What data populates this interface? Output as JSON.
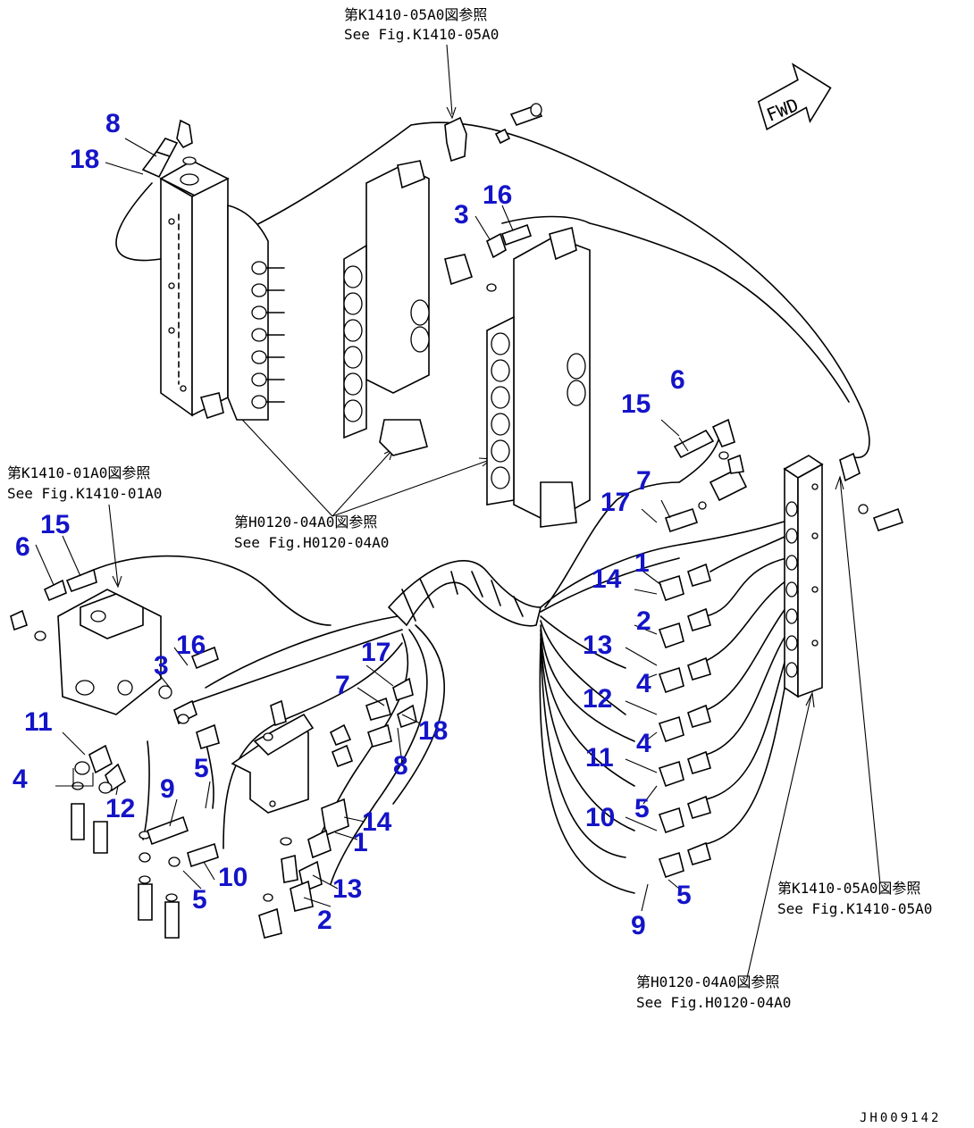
{
  "references": {
    "top": {
      "jp": "第K1410-05A0図参照",
      "en": "See Fig.K1410-05A0"
    },
    "left": {
      "jp": "第K1410-01A0図参照",
      "en": "See Fig.K1410-01A0"
    },
    "center": {
      "jp": "第H0120-04A0図参照",
      "en": "See Fig.H0120-04A0"
    },
    "bottom_right": {
      "jp": "第K1410-05A0図参照",
      "en": "See Fig.K1410-05A0"
    },
    "bottom_center": {
      "jp": "第H0120-04A0図参照",
      "en": "See Fig.H0120-04A0"
    }
  },
  "fwd_label": "FWD",
  "doc_id": "JH009142",
  "callouts": {
    "c8a": "8",
    "c18a": "18",
    "c3a": "3",
    "c16a": "16",
    "c6a": "6",
    "c15a": "15",
    "c7a": "7",
    "c17a": "17",
    "c1a": "1",
    "c14a": "14",
    "c2a": "2",
    "c13a": "13",
    "c4a": "4",
    "c12a": "12",
    "c4b": "4",
    "c11a": "11",
    "c5a": "5",
    "c10a": "10",
    "c9a": "9",
    "c5b": "5",
    "c15b": "15",
    "c6b": "6",
    "c16b": "16",
    "c3b": "3",
    "c11b": "11",
    "c4c": "4",
    "c12b": "12",
    "c9b": "9",
    "c5c": "5",
    "c10b": "10",
    "c5d": "5",
    "c17b": "17",
    "c7b": "7",
    "c18b": "18",
    "c8b": "8",
    "c14b": "14",
    "c1b": "1",
    "c13b": "13",
    "c2b": "2"
  }
}
